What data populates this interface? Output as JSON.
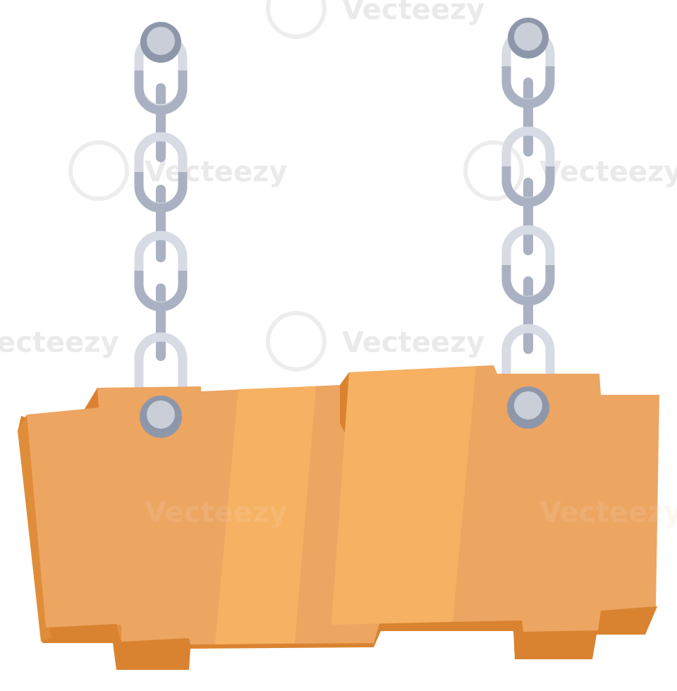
{
  "scene": {
    "subject": "hanging-wooden-sign",
    "colors": {
      "background": "#ffffff",
      "wood_main": "#eda562",
      "wood_light": "#f7b163",
      "wood_dark": "#d98330",
      "wood_side": "#e08d3a",
      "chain_light": "#d6dbe4",
      "chain_dark": "#a9b1c2",
      "bolt_outer": "#8e97a9",
      "bolt_inner": "#c9ced8",
      "watermark": "#d9d9d9"
    },
    "chains": [
      {
        "name": "left-chain"
      },
      {
        "name": "right-chain"
      }
    ],
    "watermark": {
      "text": "Vecteezy",
      "fragment_left": "ecteezy",
      "fragment_top_right": "Vecteezy"
    }
  }
}
